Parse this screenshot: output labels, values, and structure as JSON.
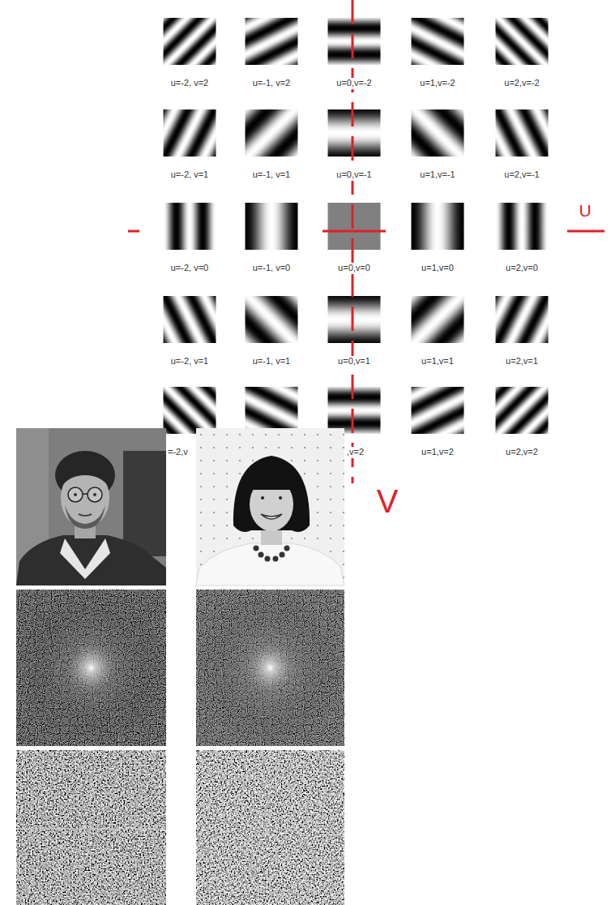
{
  "diagram": {
    "labels": [
      "u=-2, v=2",
      "u=-1, v=2",
      "u=0,v=-2",
      "u=1,v=-2",
      "u=2,v=-2",
      "u=-2, v=1",
      "u=-1, v=1",
      "u=0,v=-1",
      "u=1,v=-1",
      "u=2,v=-1",
      "u=-2, v=0",
      "u=-1, v=0",
      "u=0,v=0",
      "u=1,v=0",
      "u=2,v=0",
      "u=-2, v=1",
      "u=-1, v=1",
      "u=0,v=1",
      "u=1,v=1",
      "u=2,v=1",
      "=-2,v",
      ",v=2",
      "u=1,v=2",
      "u=2,v=2",
      "U",
      "V"
    ]
  }
}
